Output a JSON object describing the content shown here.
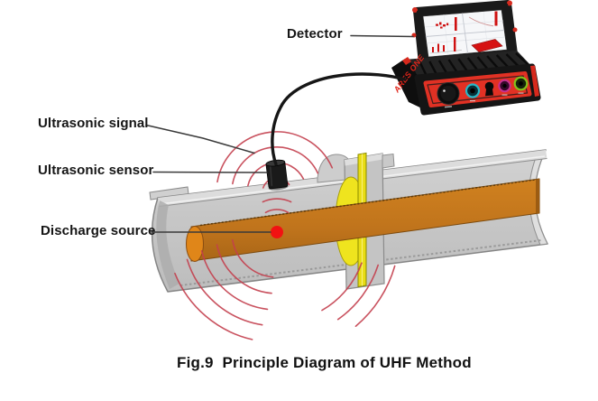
{
  "figure": {
    "caption": "Fig.9  Principle Diagram of UHF Method"
  },
  "labels": {
    "detector": "Detector",
    "ultrasonic_signal": "Ultrasonic signal",
    "ultrasonic_sensor": "Ultrasonic sensor",
    "discharge_source": "Discharge source"
  },
  "detector_device": {
    "brand": "ARES ONE",
    "body_color": "#e13124",
    "connector_colors": {
      "teal": "#28b7c7",
      "magenta": "#c9308f",
      "green": "#84c21c"
    }
  },
  "colors": {
    "pipe_gray": "#c9c9c9",
    "conductor_orange": "#c0751e",
    "insulator_yellow": "#efe41e",
    "ultrasonic_arc_red": "#c4404e",
    "discharge_dot_red": "#f21212",
    "cable_black": "#161616"
  }
}
